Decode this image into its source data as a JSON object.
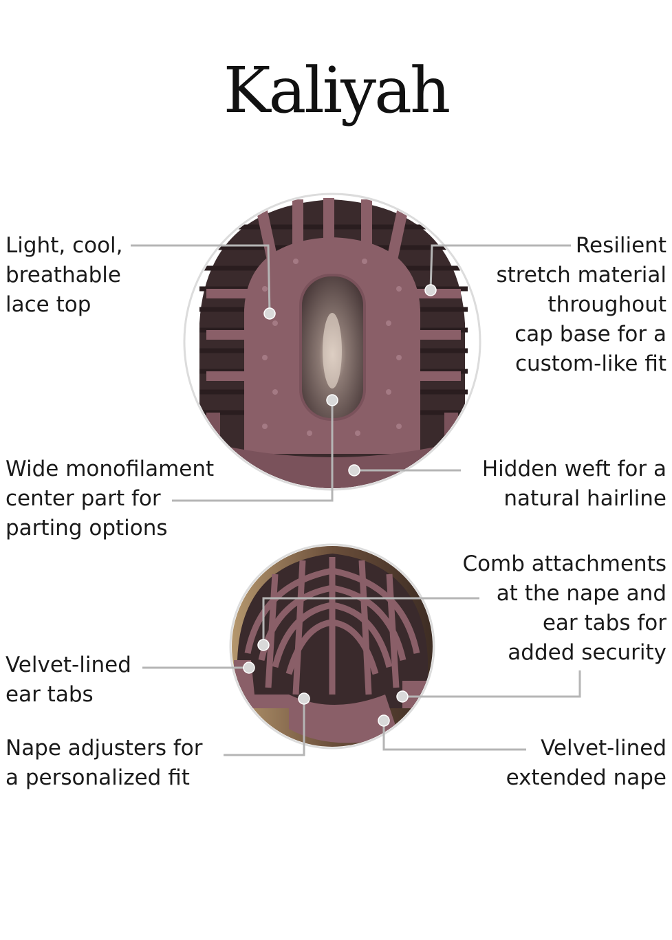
{
  "product": {
    "name": "Kaliyah"
  },
  "callouts": {
    "lace_top": "Light, cool,\nbreathable\nlace top",
    "stretch_material": "Resilient\nstretch material\nthroughout\ncap base for a\ncustom-like fit",
    "mono_part": "Wide monofilament\ncenter part for\nparting options",
    "hidden_weft": "Hidden weft for a\nnatural hairline",
    "ear_tabs": "Velvet-lined\near tabs",
    "comb_attachments": "Comb attachments\nat the nape and\near tabs for\nadded security",
    "nape_adjusters": "Nape adjusters for\na personalized fit",
    "extended_nape": "Velvet-lined\nextended nape"
  },
  "colors": {
    "cap_lace": "#8a5f68",
    "cap_dark": "#3a2a2c",
    "mono_panel": "#5a4a48",
    "leader_line": "#b5b5b5",
    "circle_border": "#dcdcdc"
  }
}
